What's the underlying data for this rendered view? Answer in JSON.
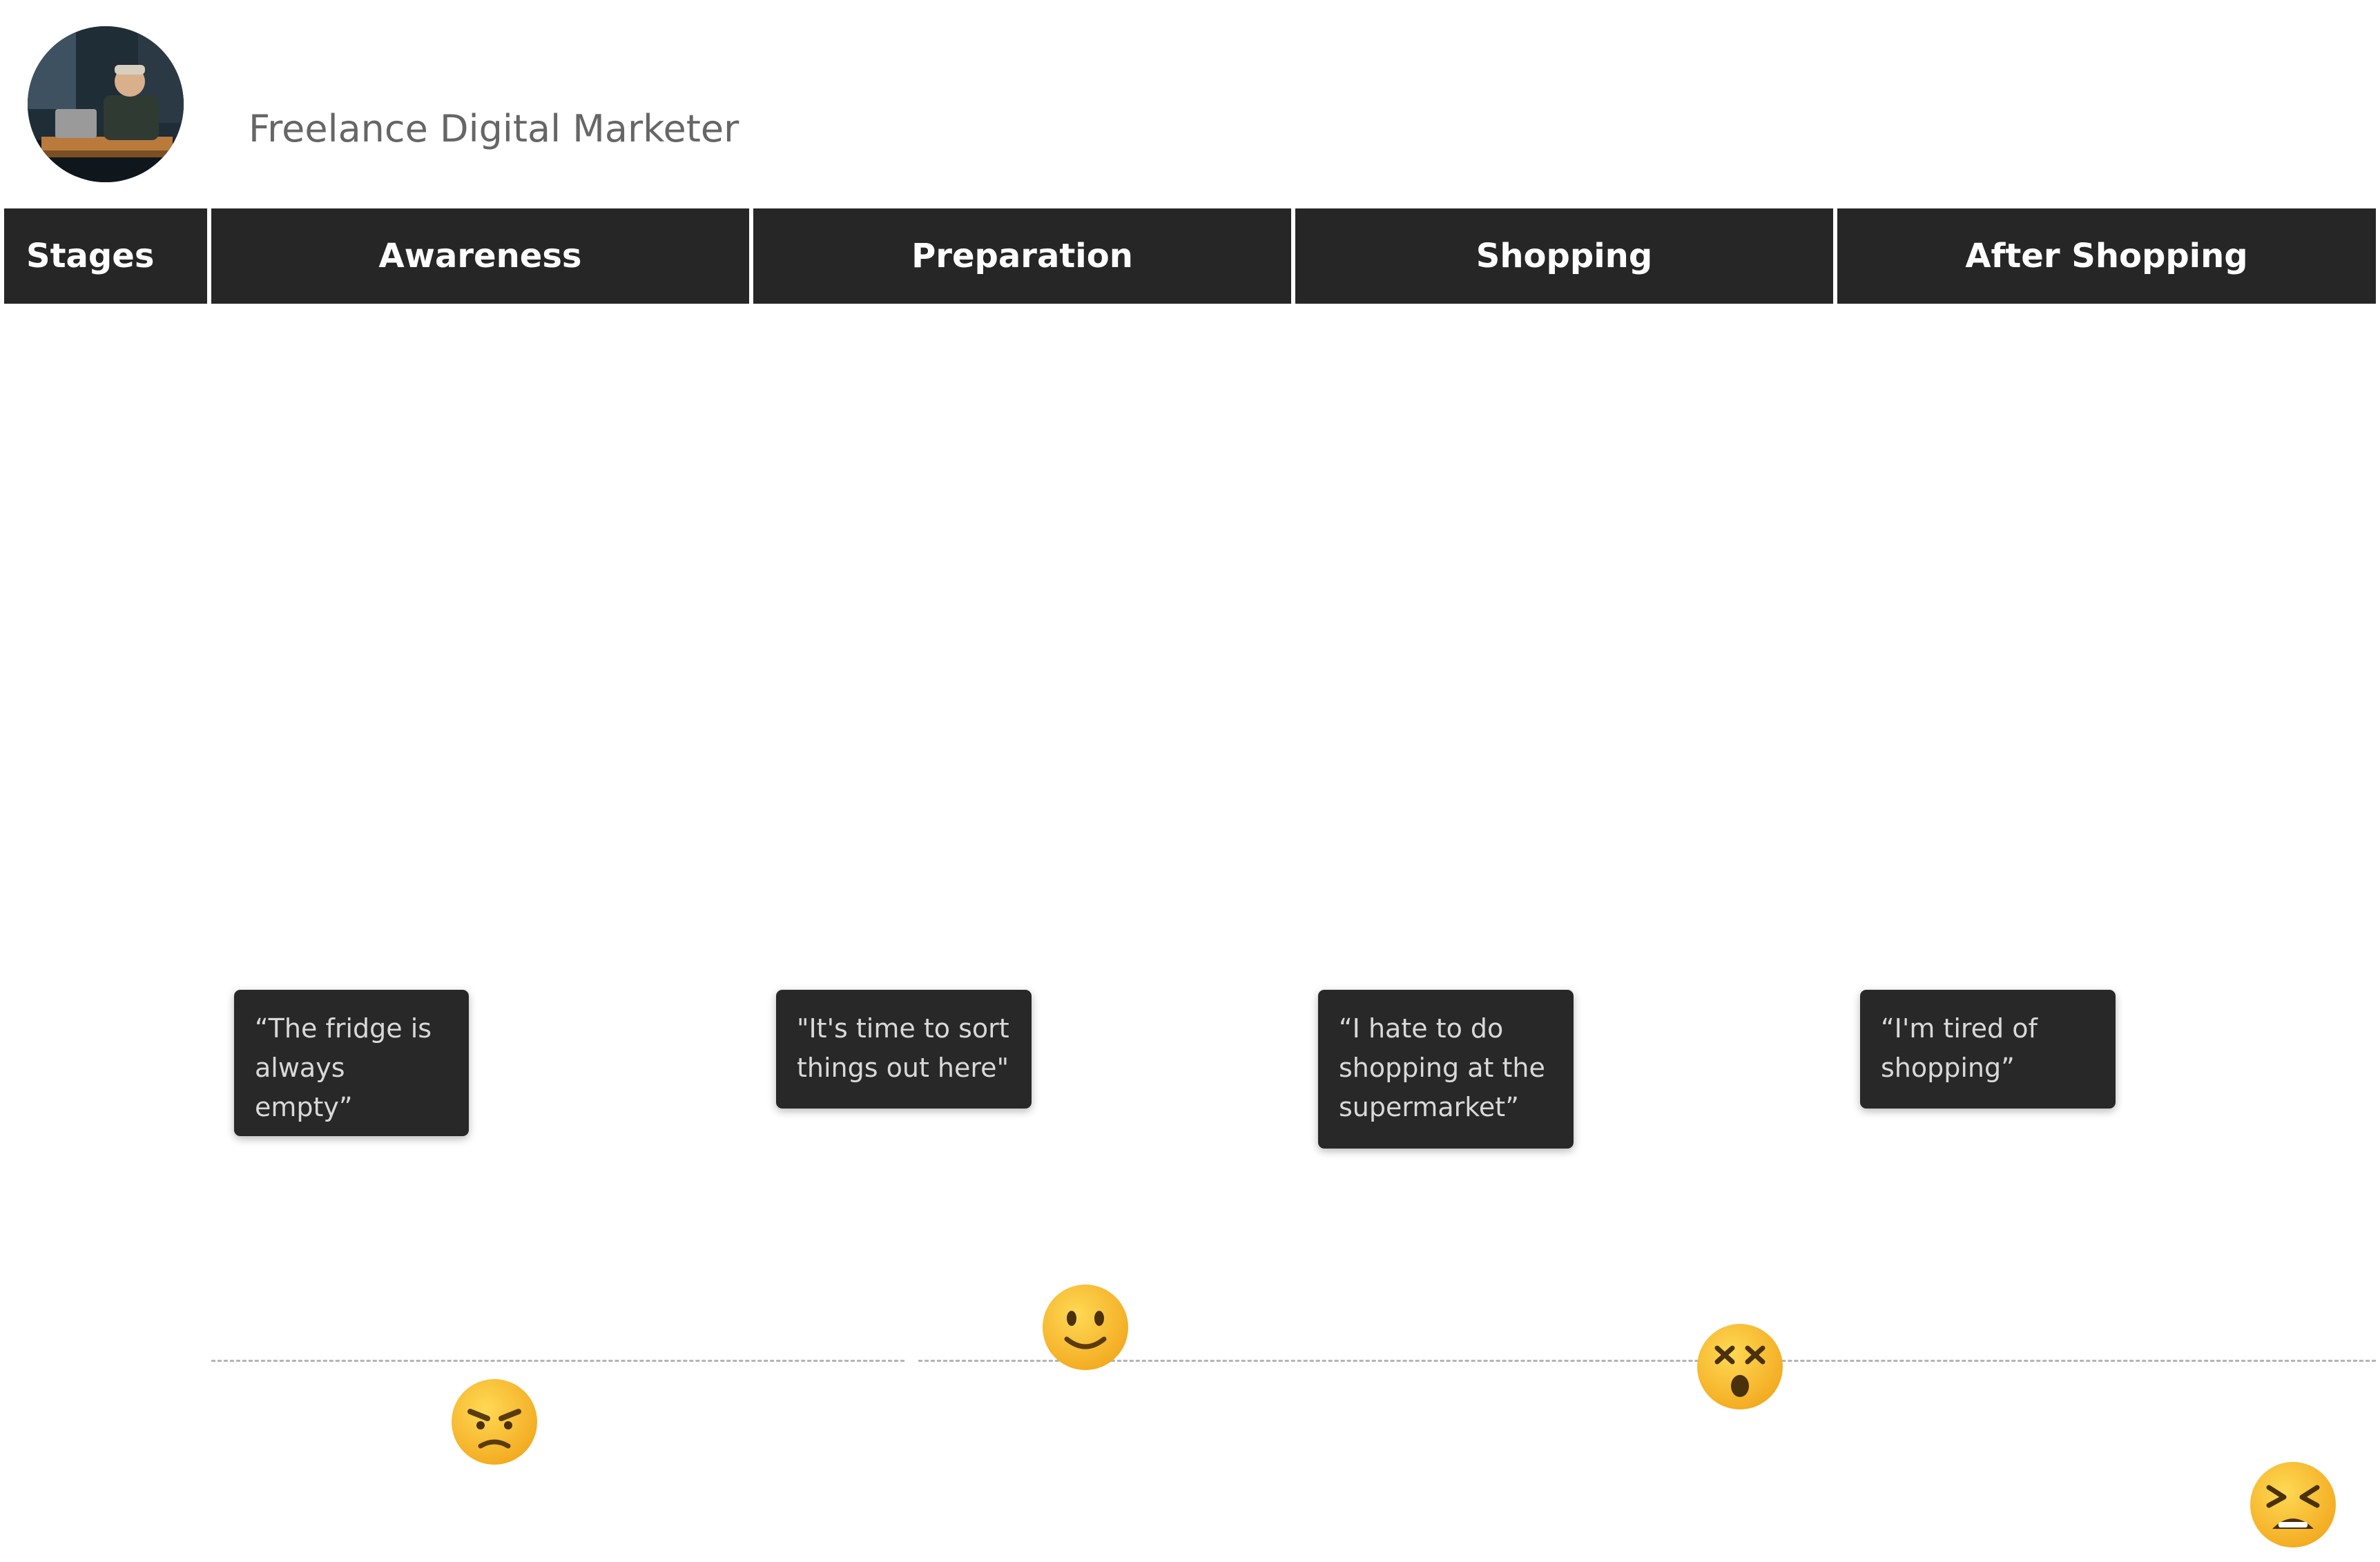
{
  "persona": {
    "title": "Freelance Digital Marketer",
    "avatar_icon": "person-at-laptop-photo"
  },
  "header": {
    "stages_label": "Stages",
    "columns": [
      "Awareness",
      "Preparation",
      "Shopping",
      "After Shopping"
    ]
  },
  "quotes": [
    "“The fridge is\nalways empty”",
    "\"It's time to sort\nthings out here\"",
    "“I hate to do\nshopping at the\nsupermarket”",
    "“I'm tired of\nshopping”"
  ],
  "emotions": [
    {
      "stage": "Awareness",
      "icon": "angry-face-icon"
    },
    {
      "stage": "Preparation",
      "icon": "slightly-smiling-face-icon"
    },
    {
      "stage": "Shopping",
      "icon": "dizzy-face-icon"
    },
    {
      "stage": "After Shopping",
      "icon": "tired-face-icon"
    }
  ],
  "colors": {
    "header_bg": "#262626",
    "header_text": "#ffffff",
    "quote_bg": "#282828",
    "quote_text": "#d9d9d9",
    "persona_text": "#666666",
    "emoji_yellow": "#f7c232"
  }
}
